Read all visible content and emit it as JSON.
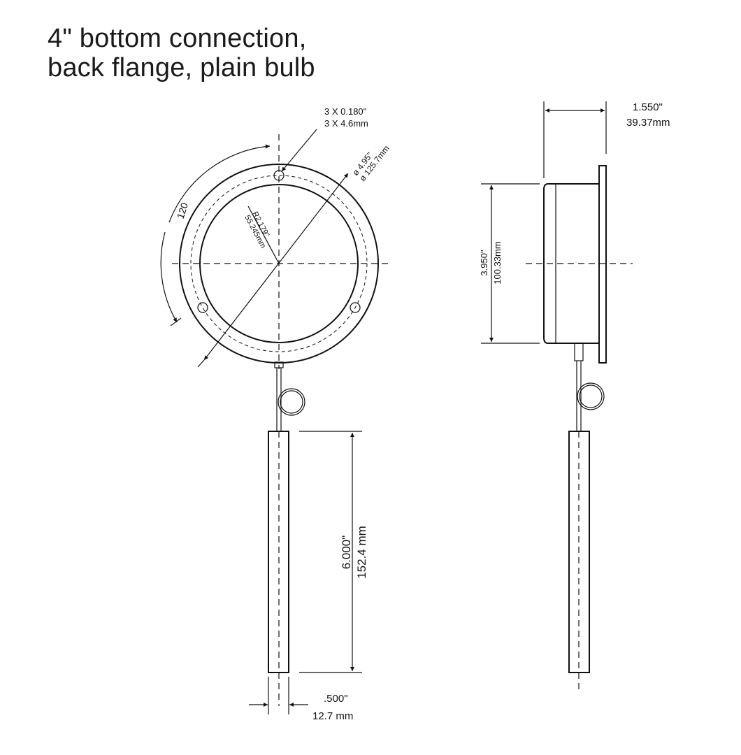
{
  "title": {
    "line1": "4\" bottom connection,",
    "line2": "back flange, plain bulb"
  },
  "front_view": {
    "holes_line1": "3 X  0.180\"",
    "holes_line2": "3 X  4.6mm",
    "diameter_line1": "ø 4.95\"",
    "diameter_line2": "ø 125.7mm",
    "radius_line1": "R2.179\"",
    "radius_line2": "55.245mm",
    "angle": "120"
  },
  "bulb": {
    "length_line1": "6.000\"",
    "length_line2": "152.4 mm",
    "width_line1": ".500\"",
    "width_line2": "12.7 mm"
  },
  "side_view": {
    "depth_line1": "1.550\"",
    "depth_line2": "39.37mm",
    "height_line1": "3.950\"",
    "height_line2": "100.33mm"
  }
}
